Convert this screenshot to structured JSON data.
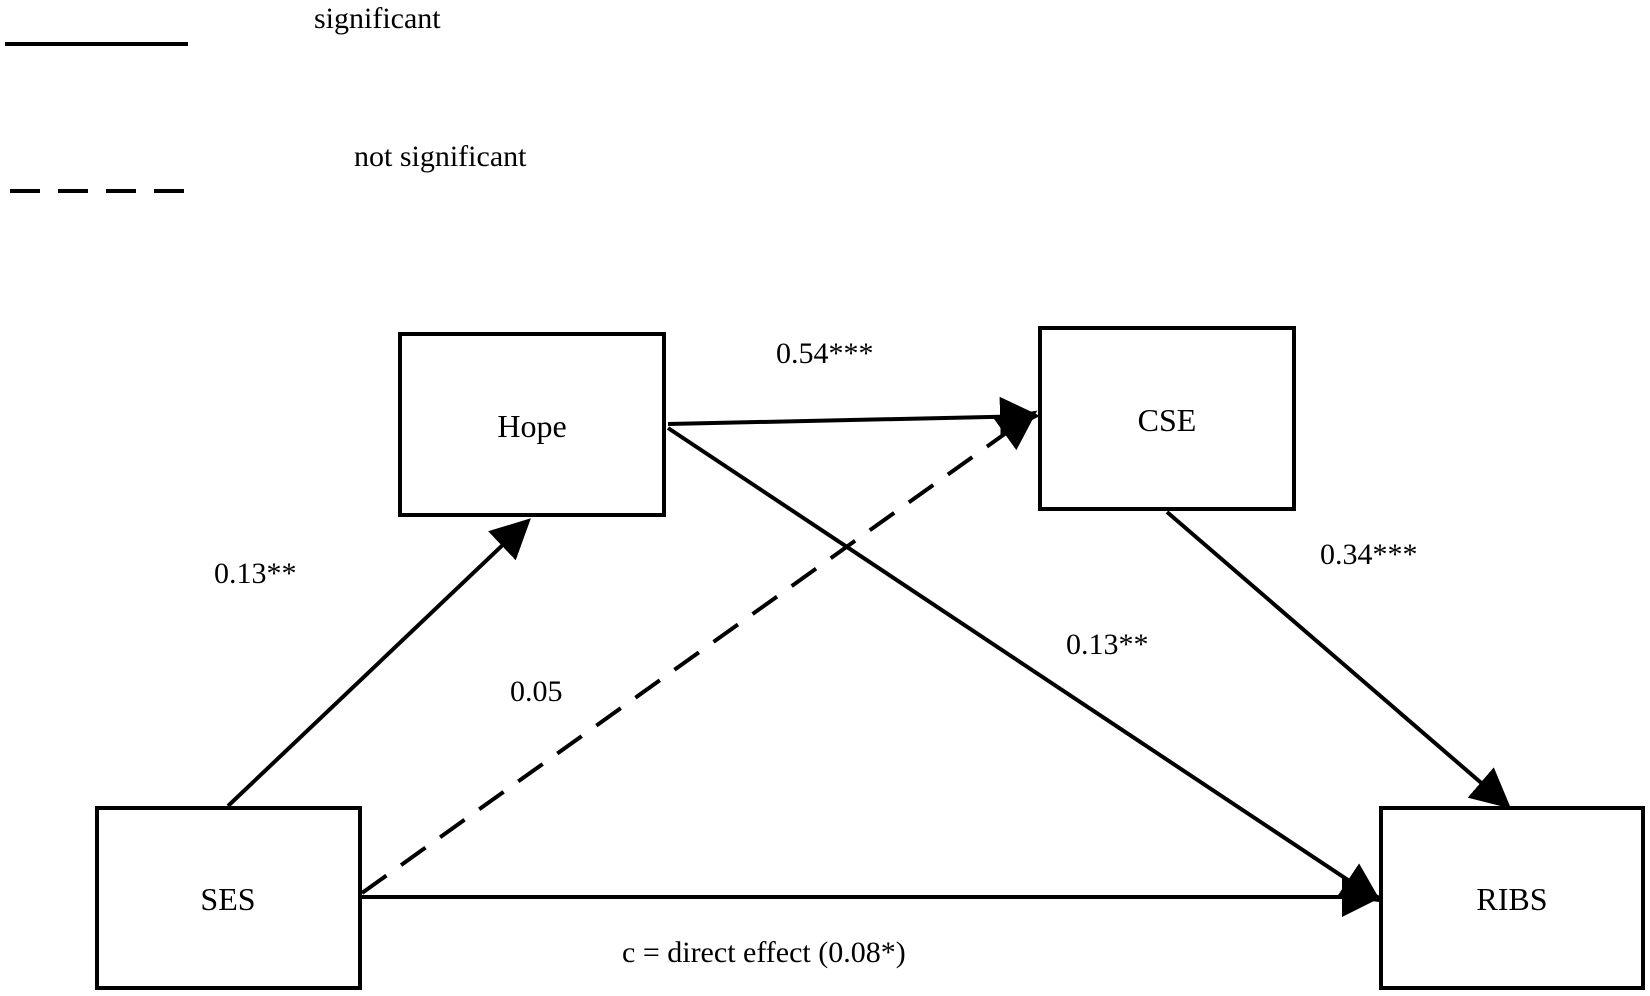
{
  "legend": {
    "significant_label": "significant",
    "not_significant_label": "not significant"
  },
  "nodes": {
    "hope": "Hope",
    "cse": "CSE",
    "ses": "SES",
    "ribs": "RIBS"
  },
  "edges": {
    "ses_hope": {
      "label": "0.13**",
      "significant": true
    },
    "hope_cse": {
      "label": "0.54***",
      "significant": true
    },
    "ses_cse": {
      "label": "0.05",
      "significant": false
    },
    "hope_ribs": {
      "label": "0.13**",
      "significant": true
    },
    "cse_ribs": {
      "label": "0.34***",
      "significant": true
    },
    "ses_ribs": {
      "label": "c = direct effect (0.08*)",
      "significant": true
    }
  },
  "colors": {
    "stroke": "#000000",
    "background": "#ffffff"
  }
}
